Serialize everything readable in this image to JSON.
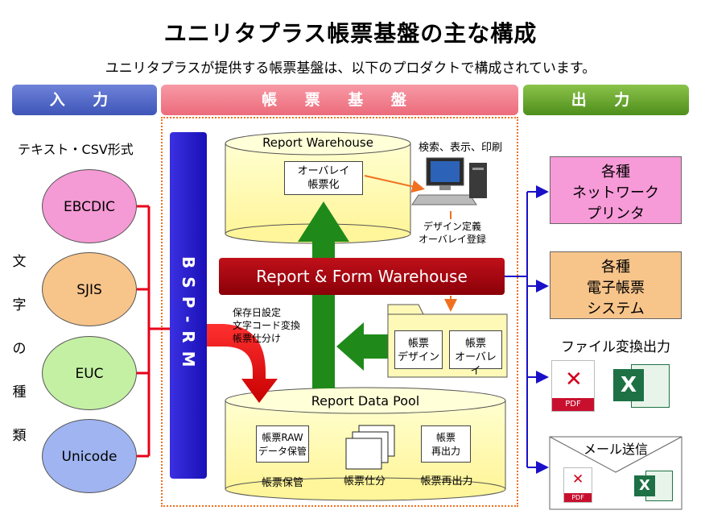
{
  "header": {
    "title": "ユニリタプラス帳票基盤の主な構成",
    "subtitle": "ユニリタプラスが提供する帳票基盤は、以下のプロダクトで構成されています。"
  },
  "bands": {
    "input": "入 力",
    "center": "帳 票 基 盤",
    "output": "出 力"
  },
  "input": {
    "format_label": "テキスト・CSV形式",
    "char_types_label": [
      "文",
      "字",
      "の",
      "種",
      "類"
    ],
    "encodings": [
      {
        "label": "EBCDIC",
        "color": "#f49ad4"
      },
      {
        "label": "SJIS",
        "color": "#f7c48a"
      },
      {
        "label": "EUC",
        "color": "#c4f0a4"
      },
      {
        "label": "Unicode",
        "color": "#9fb4f0"
      }
    ]
  },
  "center": {
    "bsp_rm": "BSP-RM",
    "report_warehouse": {
      "title": "Report Warehouse",
      "box": [
        "オーバレイ",
        "帳票化"
      ]
    },
    "view_label": "検索、表示、印刷",
    "design_labels": [
      "デザイン定義",
      "オーバレイ登録"
    ],
    "rfw": "Report & Form Warehouse",
    "folder_boxes": [
      [
        "帳票",
        "デザイン"
      ],
      [
        "帳票",
        "オーバレイ"
      ]
    ],
    "process_labels": [
      "保存日設定",
      "文字コード変換",
      "帳票仕分け"
    ],
    "report_data_pool": {
      "title": "Report Data Pool",
      "docs": [
        {
          "lines": [
            "帳票RAW",
            "データ保管"
          ],
          "caption": "帳票保管"
        },
        {
          "lines": [],
          "caption": "帳票仕分"
        },
        {
          "lines": [
            "帳票",
            "再出力"
          ],
          "caption": "帳票再出力"
        }
      ]
    }
  },
  "output": {
    "printer": [
      "各種",
      "ネットワーク",
      "プリンタ"
    ],
    "edocs": [
      "各種",
      "電子帳票",
      "システム"
    ],
    "file_conv": "ファイル変換出力",
    "mail": "メール送信",
    "pdf_label": "PDF",
    "excel_label": "X",
    "colors": {
      "printer": "#f79ad8",
      "edocs": "#f7c48a"
    }
  }
}
